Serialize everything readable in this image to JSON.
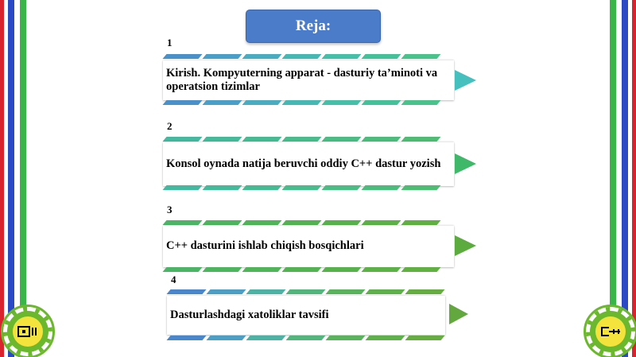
{
  "title": "Reja:",
  "items": [
    {
      "number": "1",
      "text": "Kirish. Kompyuterning apparat - dasturiy ta’minoti va operatsion tizimlar"
    },
    {
      "number": "2",
      "text": "Konsol oynada natija beruvchi oddiy C++ dastur yozish"
    },
    {
      "number": "3",
      "text": "C++ dasturini ishlab chiqish bosqichlari"
    },
    {
      "number": "4",
      "text": "Dasturlashdagi xatoliklar tavsifi"
    }
  ],
  "nav": {
    "prev_icon": "prev-slide-icon",
    "next_icon": "next-slide-icon"
  },
  "colors": {
    "title_bg": "#4a7cc9",
    "border_red": "#d9232e",
    "border_blue": "#2b49c4",
    "border_green": "#39b54a",
    "nav_green": "#6bb82e",
    "nav_yellow": "#f3e33c"
  }
}
